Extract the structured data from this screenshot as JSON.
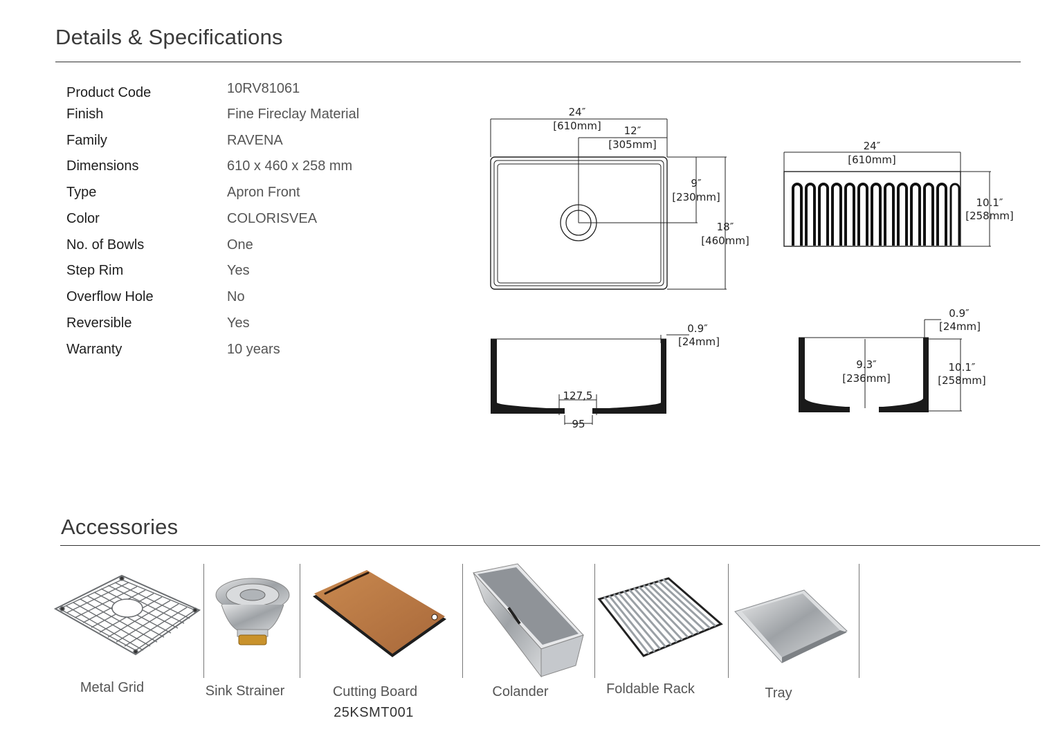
{
  "details": {
    "title": "Details & Specifications",
    "specs": [
      {
        "label": "Product Code",
        "value": "10RV81061"
      },
      {
        "label": "Finish",
        "value": "Fine Fireclay Material"
      },
      {
        "label": "Family",
        "value": "RAVENA"
      },
      {
        "label": "Dimensions",
        "value": "610 x 460 x 258 mm"
      },
      {
        "label": "Type",
        "value": "Apron Front"
      },
      {
        "label": "Color",
        "value": "COLORISVEA"
      },
      {
        "label": "No. of Bowls",
        "value": "One"
      },
      {
        "label": "Step Rim",
        "value": "Yes"
      },
      {
        "label": "Overflow Hole",
        "value": "No"
      },
      {
        "label": "Reversible",
        "value": "Yes"
      },
      {
        "label": "Warranty",
        "value": "10 years"
      }
    ]
  },
  "drawings": {
    "top_view": {
      "width_in": "24″",
      "width_mm": "[610mm]",
      "half_in": "12″",
      "half_mm": "[305mm]",
      "drain_in": "9″",
      "drain_mm": "[230mm]",
      "depth_in": "18″",
      "depth_mm": "[460mm]"
    },
    "front_view": {
      "width_in": "24″",
      "width_mm": "[610mm]",
      "height_in": "10.1″",
      "height_mm": "[258mm]"
    },
    "section_long": {
      "rim_in": "0.9″",
      "rim_mm": "[24mm]",
      "drain_outer": "127,5",
      "drain_inner": "95"
    },
    "section_short": {
      "rim_in": "0.9″",
      "rim_mm": "[24mm]",
      "inner_in": "9.3″",
      "inner_mm": "[236mm]",
      "height_in": "10.1″",
      "height_mm": "[258mm]"
    }
  },
  "accessories": {
    "title": "Accessories",
    "items": [
      {
        "label": "Metal Grid",
        "code": "",
        "icon": "metal-grid"
      },
      {
        "label": "Sink Strainer",
        "code": "",
        "icon": "sink-strainer"
      },
      {
        "label": "Cutting Board",
        "code": "25KSMT001",
        "icon": "cutting-board"
      },
      {
        "label": "Colander",
        "code": "",
        "icon": "colander"
      },
      {
        "label": "Foldable Rack",
        "code": "",
        "icon": "foldable-rack"
      },
      {
        "label": "Tray",
        "code": "",
        "icon": "tray"
      }
    ]
  }
}
